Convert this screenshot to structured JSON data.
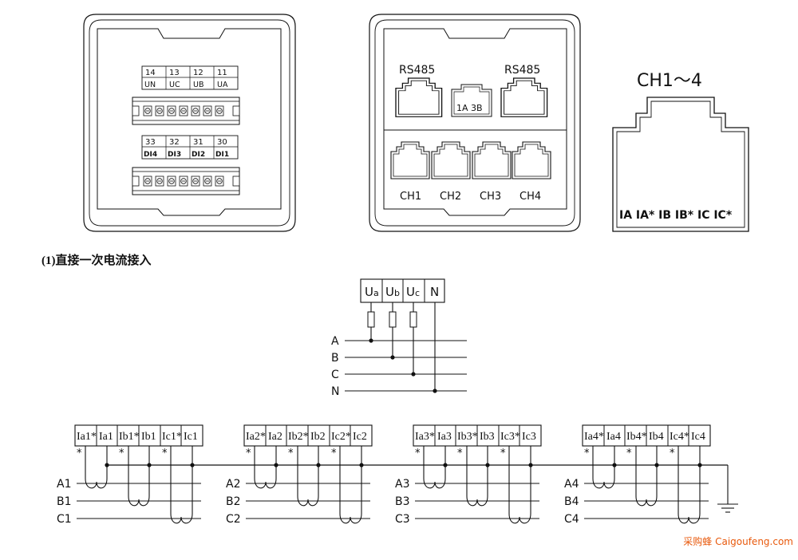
{
  "panels": {
    "rear_left": {
      "top_numbers": [
        "14",
        "13",
        "12",
        "11"
      ],
      "top_labels": [
        "UN",
        "UC",
        "UB",
        "UA"
      ],
      "bottom_numbers": [
        "33",
        "32",
        "31",
        "30"
      ],
      "bottom_labels": [
        "DI4",
        "DI3",
        "DI2",
        "DI1"
      ]
    },
    "rear_right": {
      "rs485_left": "RS485",
      "rs485_right": "RS485",
      "power_label": "1A 3B",
      "channels": [
        "CH1",
        "CH2",
        "CH3",
        "CH4"
      ]
    },
    "connector_detail": {
      "title": "CH1～4",
      "pins": "IA IA* IB IB* IC IC*"
    }
  },
  "section_title": "(1)直接一次电流接入",
  "voltage": {
    "terminals": [
      {
        "main": "U",
        "sub": "a"
      },
      {
        "main": "U",
        "sub": "b"
      },
      {
        "main": "U",
        "sub": "c"
      },
      {
        "main": "N",
        "sub": ""
      }
    ],
    "phases": [
      "A",
      "B",
      "C",
      "N"
    ]
  },
  "current_groups": [
    {
      "terminals": [
        {
          "m": "I",
          "s": "a1*"
        },
        {
          "m": "I",
          "s": "a1"
        },
        {
          "m": "I",
          "s": "b1*"
        },
        {
          "m": "I",
          "s": "b1"
        },
        {
          "m": "I",
          "s": "c1*"
        },
        {
          "m": "I",
          "s": "c1"
        }
      ],
      "lines": [
        "A1",
        "B1",
        "C1"
      ]
    },
    {
      "terminals": [
        {
          "m": "I",
          "s": "a2*"
        },
        {
          "m": "I",
          "s": "a2"
        },
        {
          "m": "I",
          "s": "b2*"
        },
        {
          "m": "I",
          "s": "b2"
        },
        {
          "m": "I",
          "s": "c2*"
        },
        {
          "m": "I",
          "s": "c2"
        }
      ],
      "lines": [
        "A2",
        "B2",
        "C2"
      ]
    },
    {
      "terminals": [
        {
          "m": "I",
          "s": "a3*"
        },
        {
          "m": "I",
          "s": "a3"
        },
        {
          "m": "I",
          "s": "b3*"
        },
        {
          "m": "I",
          "s": "b3"
        },
        {
          "m": "I",
          "s": "c3*"
        },
        {
          "m": "I",
          "s": "c3"
        }
      ],
      "lines": [
        "A3",
        "B3",
        "C3"
      ]
    },
    {
      "terminals": [
        {
          "m": "I",
          "s": "a4*"
        },
        {
          "m": "I",
          "s": "a4"
        },
        {
          "m": "I",
          "s": "b4*"
        },
        {
          "m": "I",
          "s": "b4"
        },
        {
          "m": "I",
          "s": "c4*"
        },
        {
          "m": "I",
          "s": "c4"
        }
      ],
      "lines": [
        "A4",
        "B4",
        "C4"
      ]
    }
  ],
  "polarity_mark": "*",
  "watermark": "采购蜂 Caigoufeng.com"
}
